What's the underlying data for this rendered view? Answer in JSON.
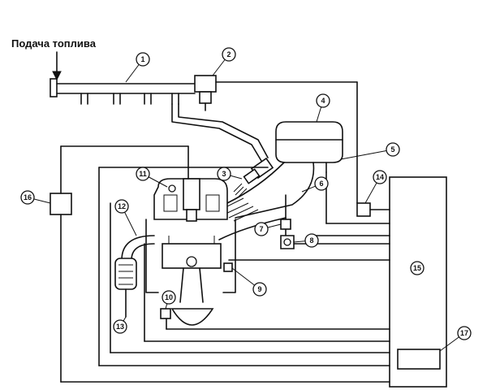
{
  "title": "Подача топлива",
  "callouts": [
    "1",
    "2",
    "3",
    "4",
    "5",
    "6",
    "7",
    "8",
    "9",
    "10",
    "11",
    "12",
    "13",
    "14",
    "15",
    "16",
    "17"
  ]
}
